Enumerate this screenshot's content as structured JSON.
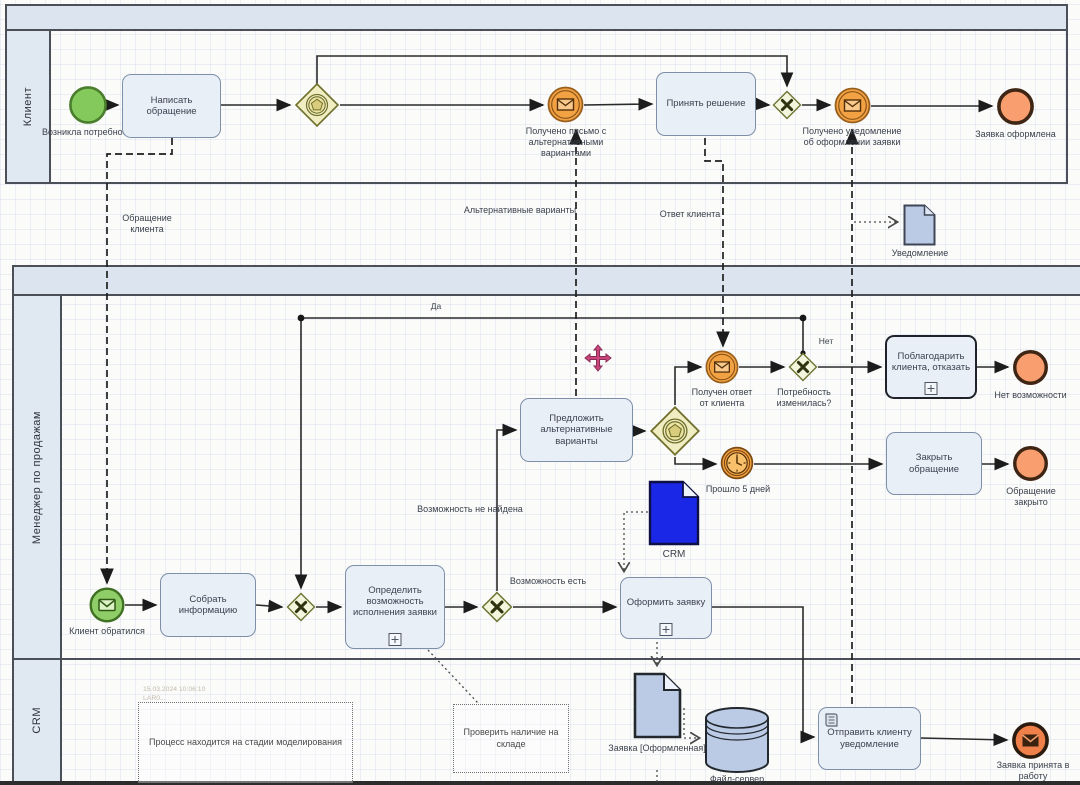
{
  "colors": {
    "lane_band": "#dbe4ef",
    "task_fill": "#e9eff7",
    "task_border": "#7e8fa9",
    "start_green": "#84c95c",
    "message_orange": "#f3a243",
    "end_orange": "#f99e6e",
    "gateway_yellow": "#f1edc3",
    "crm_blue": "#1b27e6",
    "data_object_fill": "#bccbe5",
    "cursor_pink": "#c8467c"
  },
  "icons": {
    "envelope": "envelope-icon",
    "pentagon": "pentagon-icon",
    "clock": "clock-icon",
    "x_marker": "x-marker-icon",
    "plus_marker": "plus-marker-icon",
    "document": "document-icon",
    "database": "database-icon",
    "script": "script-icon",
    "move_cursor": "move-cursor-icon"
  },
  "lanes": {
    "client": "Клиент",
    "sales": "Менеджер по продажам",
    "crm": "CRM"
  },
  "client": {
    "start_label": "Возникла потребность",
    "task_write": "Написать обращение",
    "msg_letter_label": "Получено письмо с альтернативными вариантами",
    "task_decide": "Принять решение",
    "msg_notice_label": "Получено уведомление об оформлении заявки",
    "end_label": "Заявка оформлена"
  },
  "messages": {
    "request": "Обращение клиента",
    "alternatives": "Альтернативные варианты",
    "answer": "Ответ клиента",
    "notification": "Уведомление"
  },
  "sales": {
    "start_label": "Клиент обратился",
    "task_collect": "Собрать информацию",
    "task_determine": "Определить возможность исполнения заявки",
    "flow_not_found": "Возможность не найдена",
    "flow_found": "Возможность есть",
    "task_offer": "Предложить альтернативные варианты",
    "msg_answer_label": "Получен ответ от клиента",
    "question": "Потребность изменилась?",
    "no": "Нет",
    "yes": "Да",
    "task_thank": "Поблагодарить клиента, отказать",
    "end_no_option": "Нет возможности",
    "timer_label": "Прошло 5 дней",
    "task_close": "Закрыть обращение",
    "end_closed": "Обращение закрыто",
    "task_form": "Оформить заявку",
    "crm_label": "CRM"
  },
  "crm": {
    "timestamp": "15.03.2024 10:06:10",
    "author": "LAR0...",
    "note_status": "Процесс находится на стадии моделирования",
    "note_check": "Проверить наличие на складе",
    "data_object": "Заявка [Оформленная]",
    "datastore": "Файл-сервер",
    "task_send": "Отправить клиенту уведомление",
    "end_accepted": "Заявка принята в работу"
  }
}
